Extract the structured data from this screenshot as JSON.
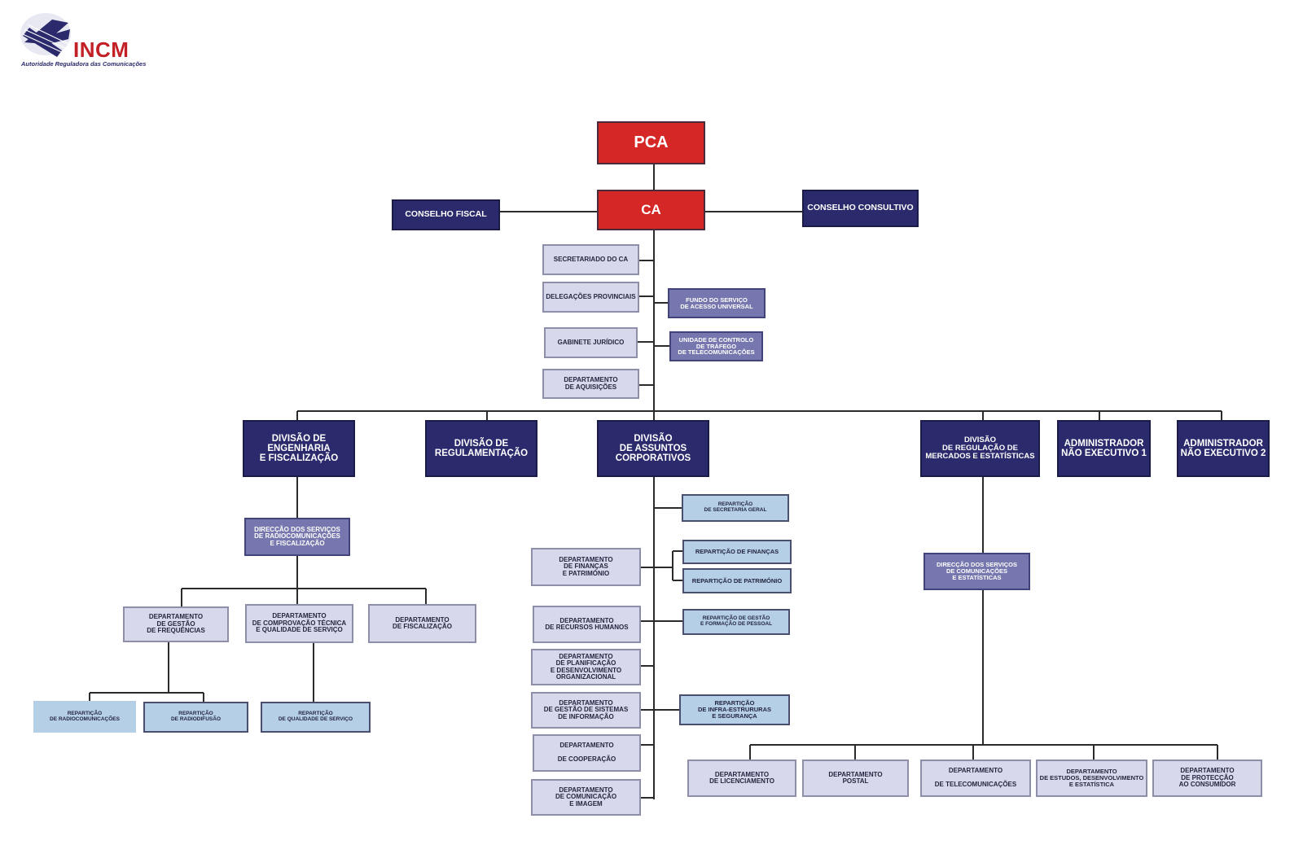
{
  "logo": {
    "name": "INCM",
    "tagline": "Autoridade Reguladora das Comunicações"
  },
  "colors": {
    "red": "#d62727",
    "navy": "#2a2a6c",
    "mid": "#7677ae",
    "light": "#d7d8ec",
    "blue": "#b5cfe7"
  },
  "nodes": {
    "pca": "PCA",
    "ca": "CA",
    "conselho_fiscal": "CONSELHO FISCAL",
    "conselho_consultivo": "CONSELHO CONSULTIVO",
    "secretariado": "SECRETARIADO DO CA",
    "delegacoes": "DELEGAÇÕES PROVINCIAIS",
    "fundo": "FUNDO DO SERVIÇO\nDE ACESSO UNIVERSAL",
    "gabinete": "GABINETE JURÍDICO",
    "unidade": "UNIDADE DE CONTROLO\nDE TRÁFEGO\nDE TELECOMUNICAÇÕES",
    "aquisicoes": "DEPARTAMENTO\nDE AQUISIÇÕES",
    "div_eng": "DIVISÃO DE\nENGENHARIA\nE FISCALIZAÇÃO",
    "div_reg": "DIVISÃO DE\nREGULAMENTAÇÃO",
    "div_corp": "DIVISÃO\nDE ASSUNTOS\nCORPORATIVOS",
    "div_merc": "DIVISÃO\nDE REGULAÇÃO DE\nMERCADOS E ESTATÍSTICAS",
    "admin1": "ADMINISTRADOR\nNÃO EXECUTIVO 1",
    "admin2": "ADMINISTRADOR\nNÃO EXECUTIVO 2",
    "dir_radio": "DIRECÇÃO DOS SERVIÇOS\nDE RADIOCOMUNICAÇÕES\nE FISCALIZAÇÃO",
    "dep_freq": "DEPARTAMENTO\nDE GESTÃO\nDE FREQUÊNCIAS",
    "dep_comprov": "DEPARTAMENTO\nDE COMPROVAÇÃO TÉCNICA\nE QUALIDADE DE SERVIÇO",
    "dep_fisc": "DEPARTAMENTO\nDE FISCALIZAÇÃO",
    "rep_radiocom": "REPARTIÇÃO\nDE RADIOCOMUNICAÇÕES",
    "rep_radiodif": "REPARTIÇÃO\nDE RADIODIFUSÃO",
    "rep_qual": "REPARTIÇÃO\nDE QUALIDADE DE SERVIÇO",
    "rep_secr": "REPARTIÇÃO\nDE SECRETARIA GERAL",
    "rep_fin": "REPARTIÇÃO DE FINANÇAS",
    "rep_patr": "REPARTIÇÃO DE PATRIMÓNIO",
    "dep_fin": "DEPARTAMENTO\nDE FINANÇAS\nE PATRIMÓNIO",
    "dep_rh": "DEPARTAMENTO\nDE RECURSOS HUMANOS",
    "rep_rh": "REPARTIÇÃO DE GESTÃO\nE FORMAÇÃO DE PESSOAL",
    "dep_plan": "DEPARTAMENTO\nDE PLANIFICAÇÃO\nE DESENVOLVIMENTO\nORGANIZACIONAL",
    "dep_si": "DEPARTAMENTO\nDE GESTÃO DE SISTEMAS\nDE INFORMAÇÃO",
    "rep_infra": "REPARTIÇÃO\nDE INFRA-ESTRURURAS\nE SEGURANÇA",
    "dep_coop": "DEPARTAMENTO\n\nDE COOPERAÇÃO",
    "dep_com": "DEPARTAMENTO\nDE COMUNICAÇÃO\nE IMAGEM",
    "dir_com": "DIRECÇÃO DOS SERVIÇOS\nDE COMUNICAÇÕES\nE ESTATÍSTICAS",
    "dep_lic": "DEPARTAMENTO\nDE LICENCIAMENTO",
    "dep_postal": "DEPARTAMENTO\nPOSTAL",
    "dep_telecom": "DEPARTAMENTO\n\nDE TELECOMUNICAÇÕES",
    "dep_estudos": "DEPARTAMENTO\nDE ESTUDOS, DESENVOLVIMENTO\nE ESTATÍSTICA",
    "dep_proteccao": "DEPARTAMENTO\nDE PROTECÇÃO\nAO CONSUMIDOR"
  }
}
